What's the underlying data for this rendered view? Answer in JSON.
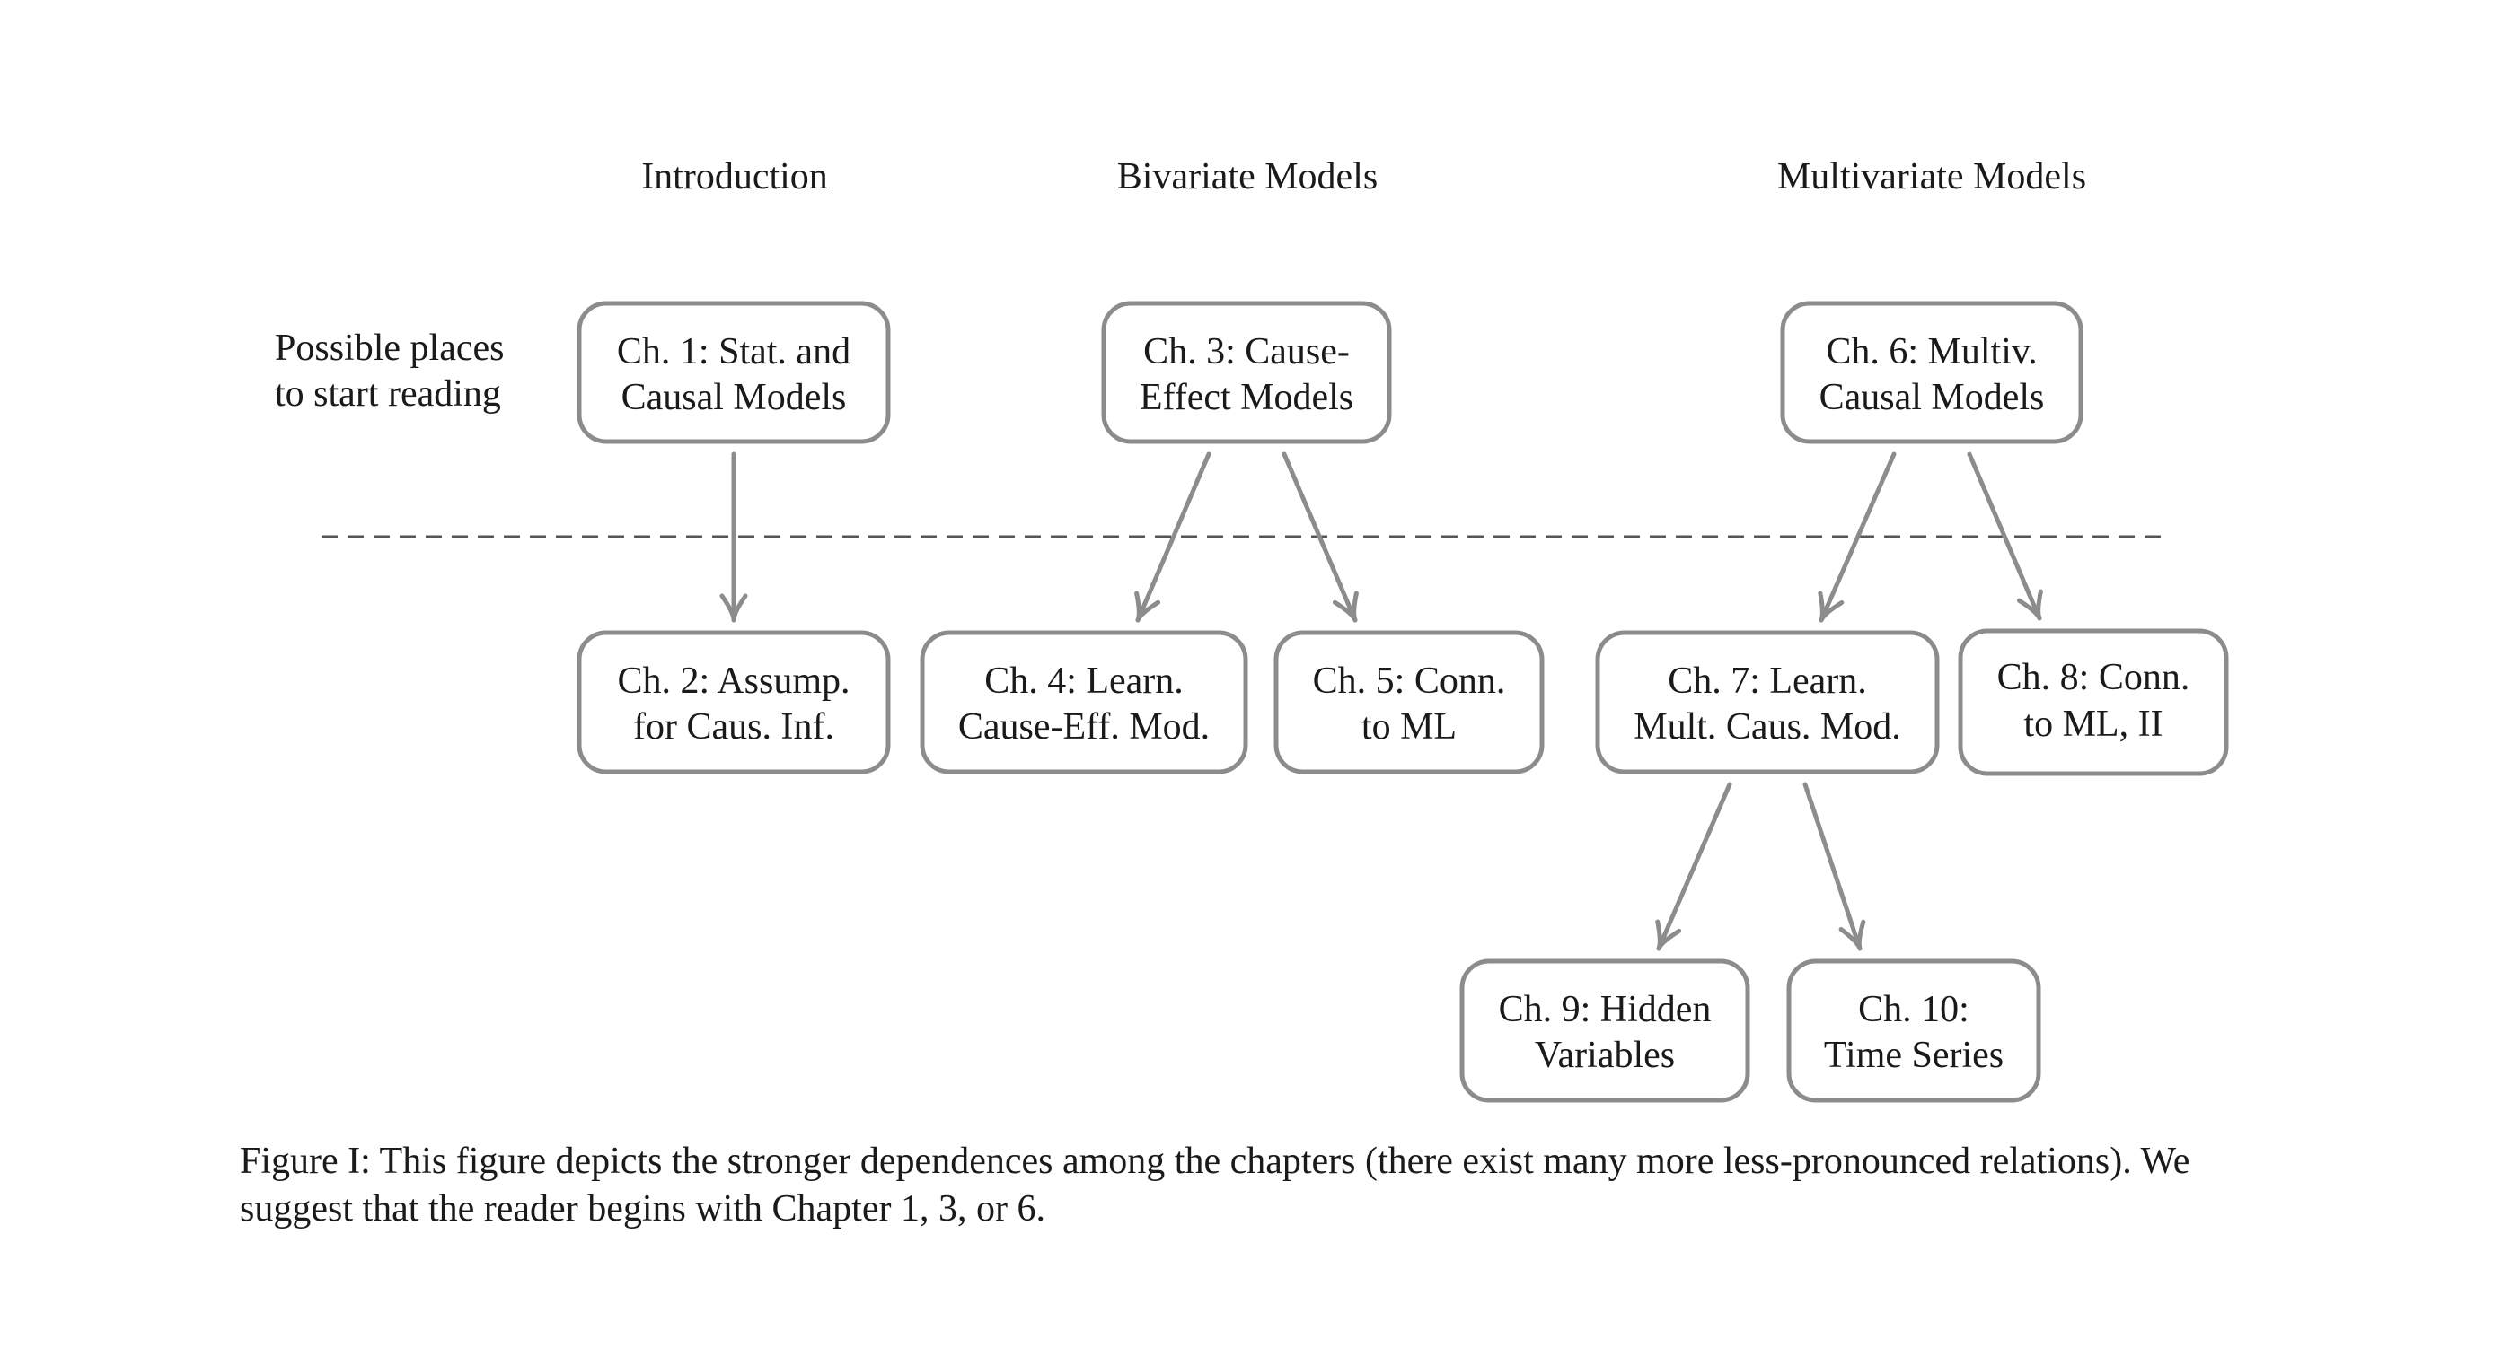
{
  "headings": {
    "introduction": "Introduction",
    "bivariate": "Bivariate Models",
    "multivariate": "Multivariate Models"
  },
  "start_label": {
    "line1": "Possible places",
    "line2": "to start reading"
  },
  "nodes": {
    "ch1": {
      "line1": "Ch. 1: Stat. and",
      "line2": "Causal Models"
    },
    "ch2": {
      "line1": "Ch. 2: Assump.",
      "line2": "for Caus. Inf."
    },
    "ch3": {
      "line1": "Ch. 3: Cause-",
      "line2": "Effect Models"
    },
    "ch4": {
      "line1": "Ch. 4: Learn.",
      "line2": "Cause-Eff. Mod."
    },
    "ch5": {
      "line1": "Ch. 5: Conn.",
      "line2": "to ML"
    },
    "ch6": {
      "line1": "Ch. 6: Multiv.",
      "line2": "Causal Models"
    },
    "ch7": {
      "line1": "Ch. 7: Learn.",
      "line2": "Mult. Caus. Mod."
    },
    "ch8": {
      "line1": "Ch. 8: Conn.",
      "line2": "to ML, II"
    },
    "ch9": {
      "line1": "Ch. 9: Hidden",
      "line2": "Variables"
    },
    "ch10": {
      "line1": "Ch. 10:",
      "line2": "Time Series"
    }
  },
  "edges": [
    {
      "from": "ch1",
      "to": "ch2"
    },
    {
      "from": "ch3",
      "to": "ch4"
    },
    {
      "from": "ch3",
      "to": "ch5"
    },
    {
      "from": "ch6",
      "to": "ch7"
    },
    {
      "from": "ch6",
      "to": "ch8"
    },
    {
      "from": "ch7",
      "to": "ch9"
    },
    {
      "from": "ch7",
      "to": "ch10"
    }
  ],
  "caption": {
    "line1": "Figure I: This figure depicts the stronger dependences among the chapters (there exist many more less-pronounced relations). We",
    "line2": "suggest that the reader begins with Chapter 1, 3, or 6."
  },
  "colors": {
    "box_stroke": "#8c8c8c",
    "arrow": "#8c8c8c",
    "divider": "#555555",
    "text": "#1a1a1a"
  }
}
